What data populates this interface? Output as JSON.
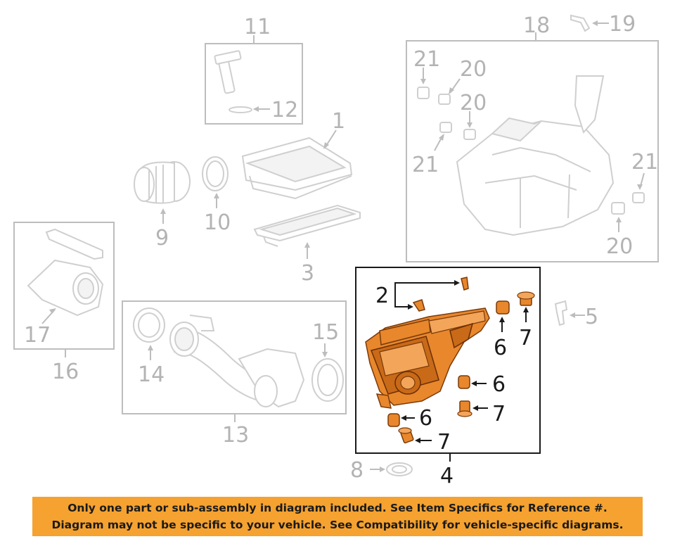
{
  "callouts": {
    "c1": "1",
    "c2": "2",
    "c3": "3",
    "c4": "4",
    "c5": "5",
    "c6a": "6",
    "c6b": "6",
    "c6c": "6",
    "c7a": "7",
    "c7b": "7",
    "c7c": "7",
    "c8": "8",
    "c9": "9",
    "c10": "10",
    "c11": "11",
    "c12": "12",
    "c13": "13",
    "c14": "14",
    "c15": "15",
    "c16": "16",
    "c17": "17",
    "c18": "18",
    "c19": "19",
    "c20a": "20",
    "c20b": "20",
    "c20c": "20",
    "c21a": "21",
    "c21b": "21",
    "c21c": "21"
  },
  "banner": {
    "line1": "Only one part or sub-assembly in diagram included. See Item Specifics for Reference #.",
    "line2": "Diagram may not be specific to your vehicle. See Compatibility for vehicle-specific diagrams."
  },
  "colors": {
    "highlight": "#e8872c",
    "banner": "#f5a230",
    "ghost": "#cfcfcf"
  }
}
